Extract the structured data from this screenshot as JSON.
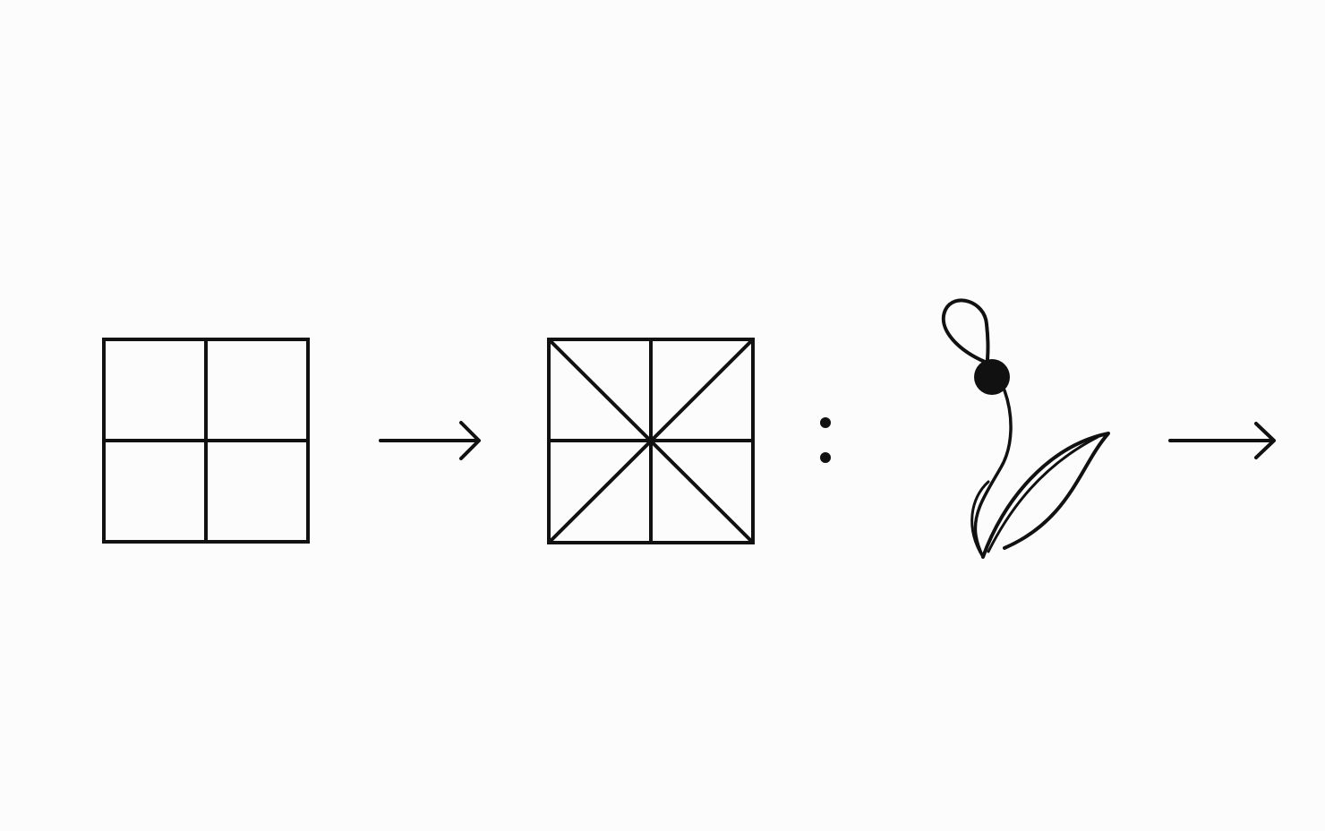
{
  "puzzle": {
    "sequence": [
      "grid-square-2x2",
      "arrow",
      "grid-square-with-diagonals",
      "ratio-colon",
      "plant-sprout-with-bud",
      "arrow"
    ],
    "answer_slot": "empty"
  },
  "colors": {
    "background": "#fcfcfc",
    "ink": "#111111"
  }
}
